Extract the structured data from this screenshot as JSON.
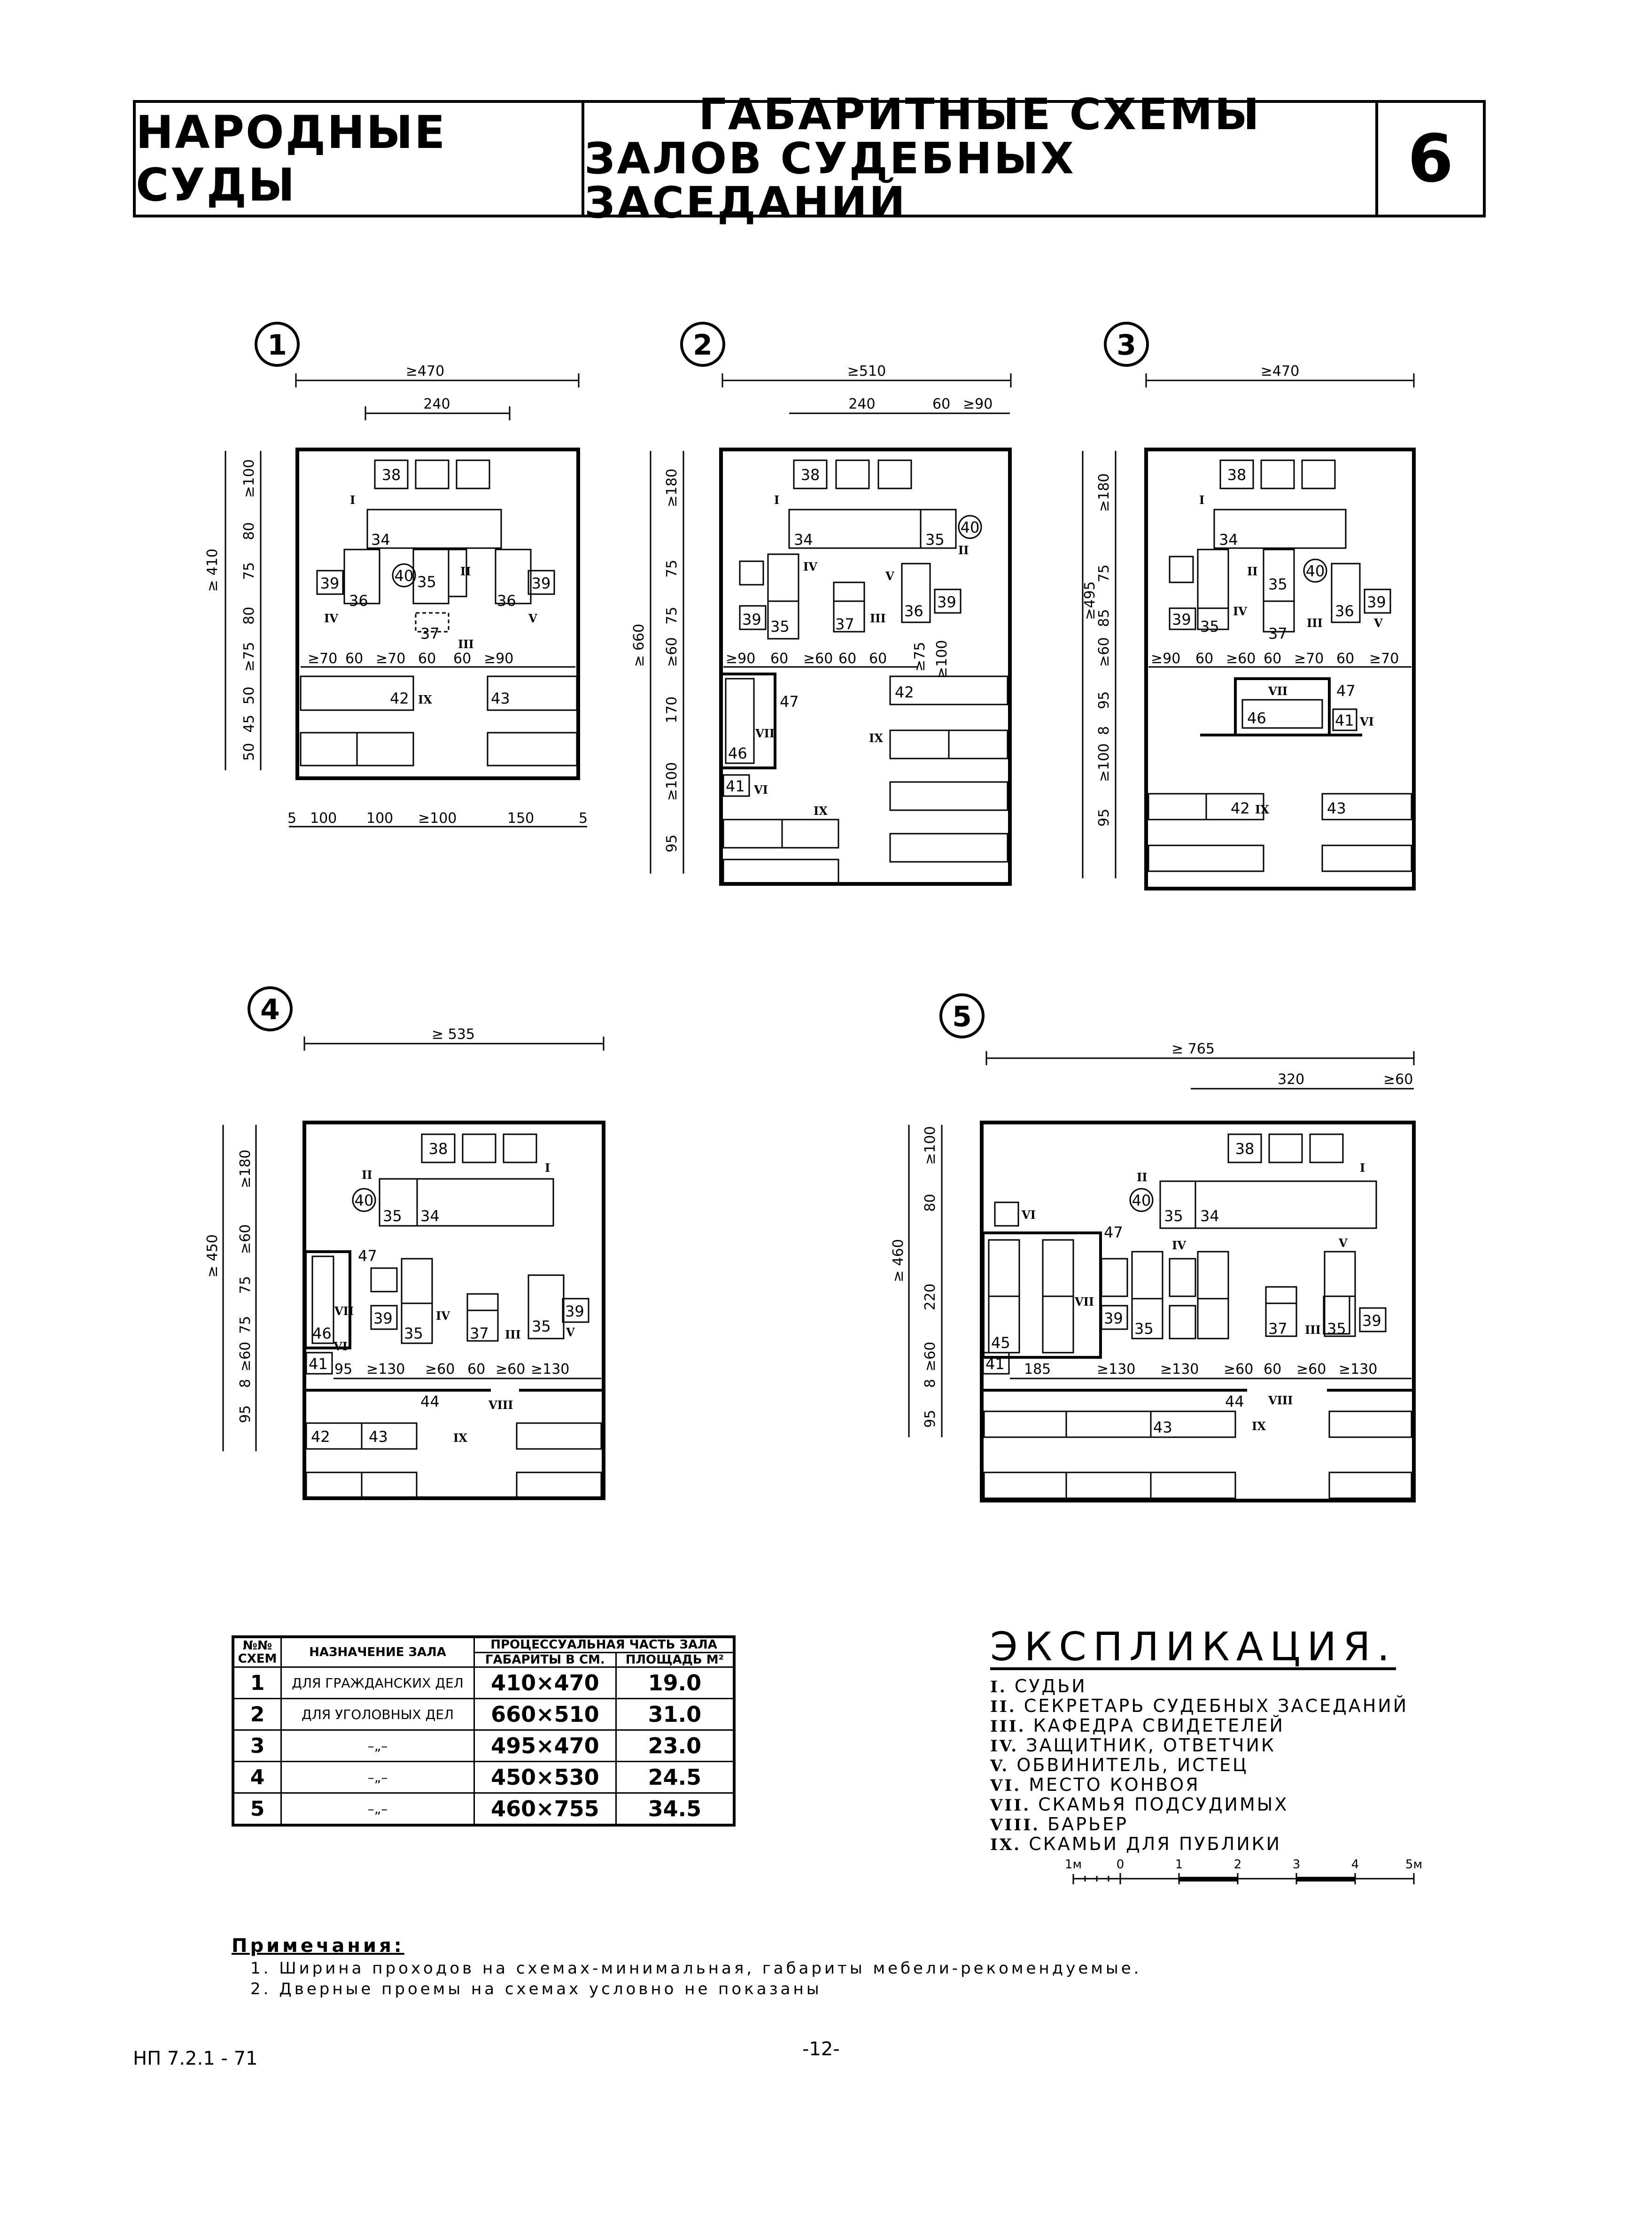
{
  "header": {
    "left_title": "НАРОДНЫЕ СУДЫ",
    "center_title_line1": "ГАБАРИТНЫЕ СХЕМЫ",
    "center_title_line2": "ЗАЛОВ СУДЕБНЫХ ЗАСЕДАНИЙ",
    "sheet_number": "6"
  },
  "schemes": [
    {
      "number": "1",
      "overall_width": "≥470",
      "judge_table_width": "240",
      "left_dims": [
        "≥100",
        "80",
        "75",
        "80",
        "≥75",
        "50",
        "45",
        "50"
      ],
      "left_total": "≥ 410",
      "row_dims": [
        "≥70",
        "60",
        "≥70",
        "60",
        "60",
        "≥90"
      ],
      "bottom_dims": [
        "5",
        "100",
        "100",
        "≥100",
        "150",
        "5"
      ]
    },
    {
      "number": "2",
      "overall_width": "≥510",
      "judge_table_width": "240",
      "extra_widths": [
        "60",
        "≥90"
      ],
      "left_dims": [
        "≥180",
        "75",
        "75",
        "≥60",
        "170",
        "≥100",
        "95"
      ],
      "left_total": "≥ 660",
      "row_dims": [
        "≥90",
        "60",
        "≥60",
        "60",
        "60"
      ],
      "vertical_dims": [
        "≥75",
        "≥100"
      ]
    },
    {
      "number": "3",
      "overall_width": "≥470",
      "left_dims": [
        "≥180",
        "75",
        "85",
        "≥60",
        "95",
        "8",
        "≥100",
        "95"
      ],
      "left_total": "≥495",
      "row_dims": [
        "≥90",
        "60",
        "≥60",
        "60",
        "≥70",
        "60",
        "≥70"
      ]
    },
    {
      "number": "4",
      "overall_width": "≥ 535",
      "left_dims": [
        "≥180",
        "≥60",
        "75",
        "75",
        "≥60",
        "8",
        "95"
      ],
      "left_total": "≥ 450",
      "row_dims": [
        "95",
        "≥130",
        "≥60",
        "60",
        "≥60",
        "≥130"
      ]
    },
    {
      "number": "5",
      "overall_width": "≥ 765",
      "judge_table_width": "320",
      "extra_widths": [
        "≥60"
      ],
      "left_dims": [
        "≥100",
        "80",
        "220",
        "≥60",
        "8",
        "95"
      ],
      "left_total": "≥ 460",
      "row_dims": [
        "185",
        "≥130",
        "≥130",
        "≥60",
        "60",
        "≥60",
        "≥130"
      ]
    }
  ],
  "furniture_labels": {
    "n38": "38",
    "n34": "34",
    "n35": "35",
    "n36": "36",
    "n37": "37",
    "n39": "39",
    "n40": "40",
    "n41": "41",
    "n42": "42",
    "n43": "43",
    "n44": "44",
    "n45": "45",
    "n46": "46",
    "n47": "47"
  },
  "roman_labels": {
    "r1": "I",
    "r2": "II",
    "r3": "III",
    "r4": "IV",
    "r5": "V",
    "r6": "VI",
    "r7": "VII",
    "r8": "VIII",
    "r9": "IX"
  },
  "table": {
    "headers": {
      "no": "№№ СХЕМ",
      "purpose": "НАЗНАЧЕНИЕ ЗАЛА",
      "group": "ПРОЦЕССУАЛЬНАЯ ЧАСТЬ ЗАЛА",
      "dims": "ГАБАРИТЫ В СМ.",
      "area": "ПЛОЩАДЬ М²"
    },
    "rows": [
      {
        "no": "1",
        "purpose": "ДЛЯ ГРАЖДАНСКИХ ДЕЛ",
        "dims": "410×470",
        "area": "19.0"
      },
      {
        "no": "2",
        "purpose": "ДЛЯ УГОЛОВНЫХ ДЕЛ",
        "dims": "660×510",
        "area": "31.0"
      },
      {
        "no": "3",
        "purpose": "–„–",
        "dims": "495×470",
        "area": "23.0"
      },
      {
        "no": "4",
        "purpose": "–„–",
        "dims": "450×530",
        "area": "24.5"
      },
      {
        "no": "5",
        "purpose": "–„–",
        "dims": "460×755",
        "area": "34.5"
      }
    ]
  },
  "explication": {
    "title": "ЭКСПЛИКАЦИЯ.",
    "items": [
      {
        "num": "I.",
        "text": "СУДЬИ"
      },
      {
        "num": "II.",
        "text": "СЕКРЕТАРЬ СУДЕБНЫХ ЗАСЕДАНИЙ"
      },
      {
        "num": "III.",
        "text": "КАФЕДРА СВИДЕТЕЛЕЙ"
      },
      {
        "num": "IV.",
        "text": "ЗАЩИТНИК, ОТВЕТЧИК"
      },
      {
        "num": "V.",
        "text": "ОБВИНИТЕЛЬ, ИСТЕЦ"
      },
      {
        "num": "VI.",
        "text": "МЕСТО КОНВОЯ"
      },
      {
        "num": "VII.",
        "text": "СКАМЬЯ ПОДСУДИМЫХ"
      },
      {
        "num": "VIII.",
        "text": "БАРЬЕР"
      },
      {
        "num": "IX.",
        "text": "СКАМЬИ ДЛЯ ПУБЛИКИ"
      }
    ]
  },
  "scale_bar": {
    "labels": [
      "1м",
      "0",
      "1",
      "2",
      "3",
      "4",
      "5м"
    ]
  },
  "notes": {
    "title": "Примечания:",
    "items": [
      "1. Ширина проходов на схемах-минимальная, габариты мебели-рекомендуемые.",
      "2. Дверные проемы на схемах условно не показаны"
    ]
  },
  "footer": {
    "code": "НП 7.2.1 - 71",
    "page": "-12-"
  }
}
